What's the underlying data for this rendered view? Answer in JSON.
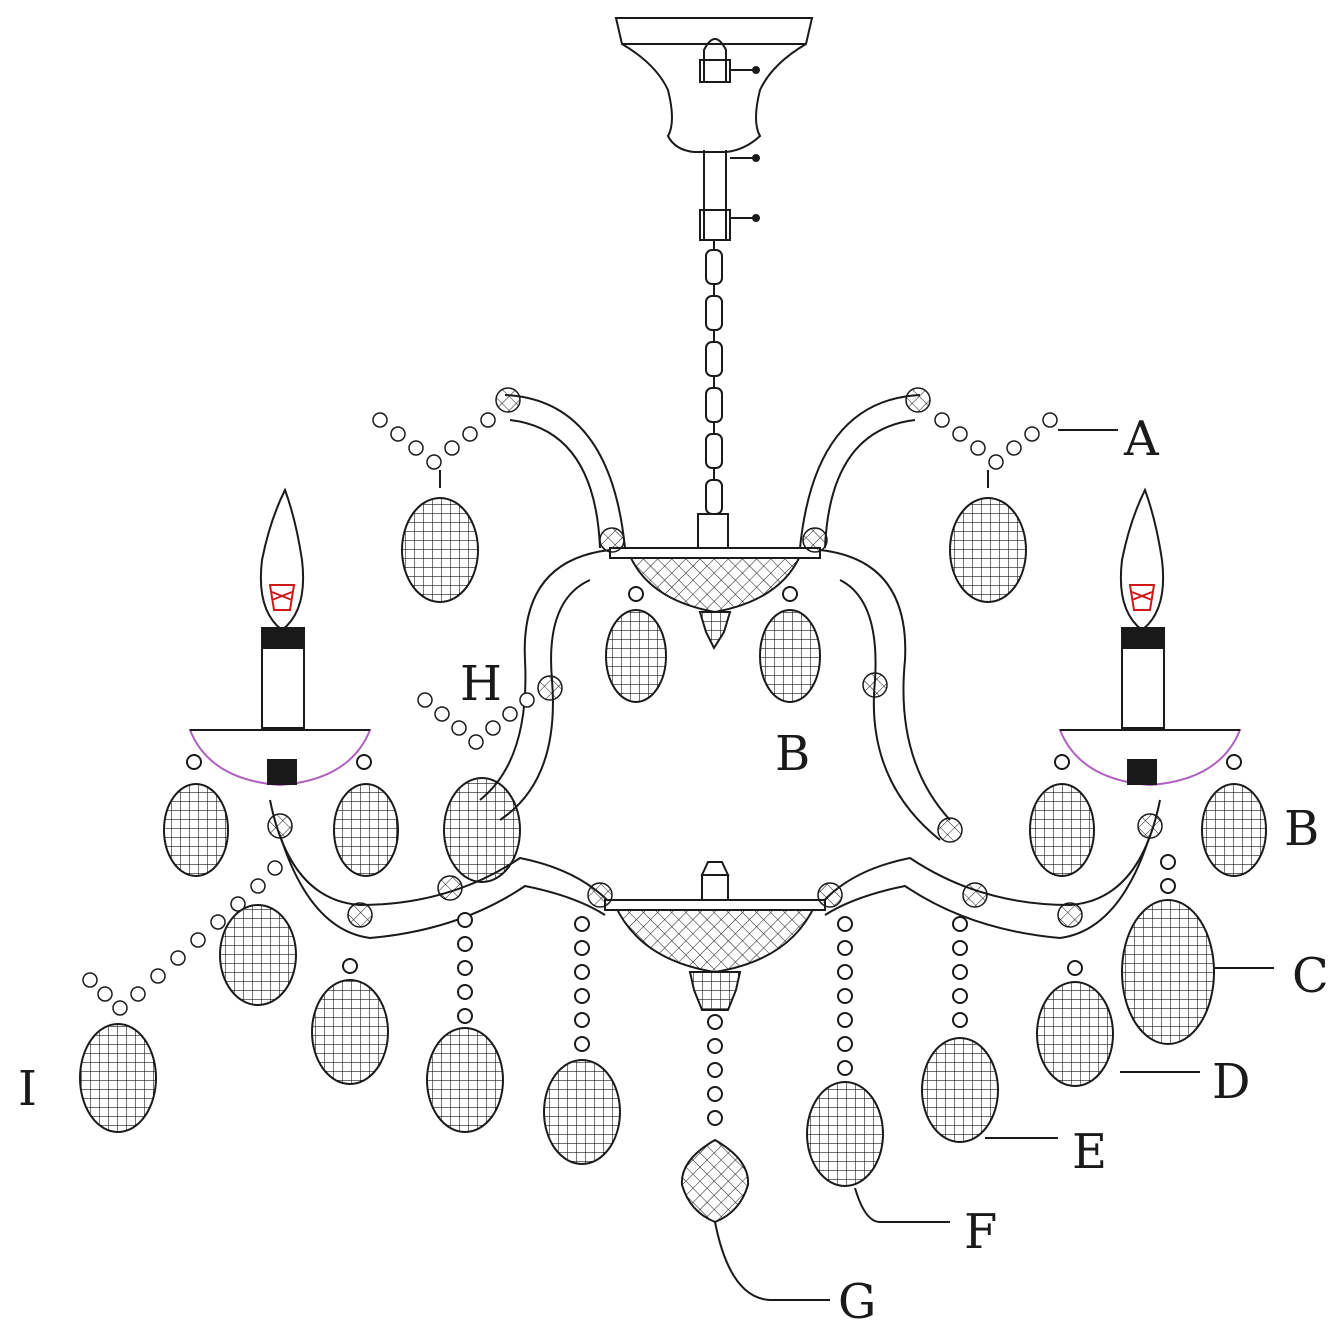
{
  "drawing": {
    "line_color": "#1a1a1a",
    "bulb_filament_color": "#d01818",
    "cup_glass_color": "#b060c0",
    "labels": {
      "A": "A",
      "B_center": "B",
      "B_right": "B",
      "C": "C",
      "D": "D",
      "E": "E",
      "F": "F",
      "G": "G",
      "H": "H",
      "I": "I"
    }
  }
}
